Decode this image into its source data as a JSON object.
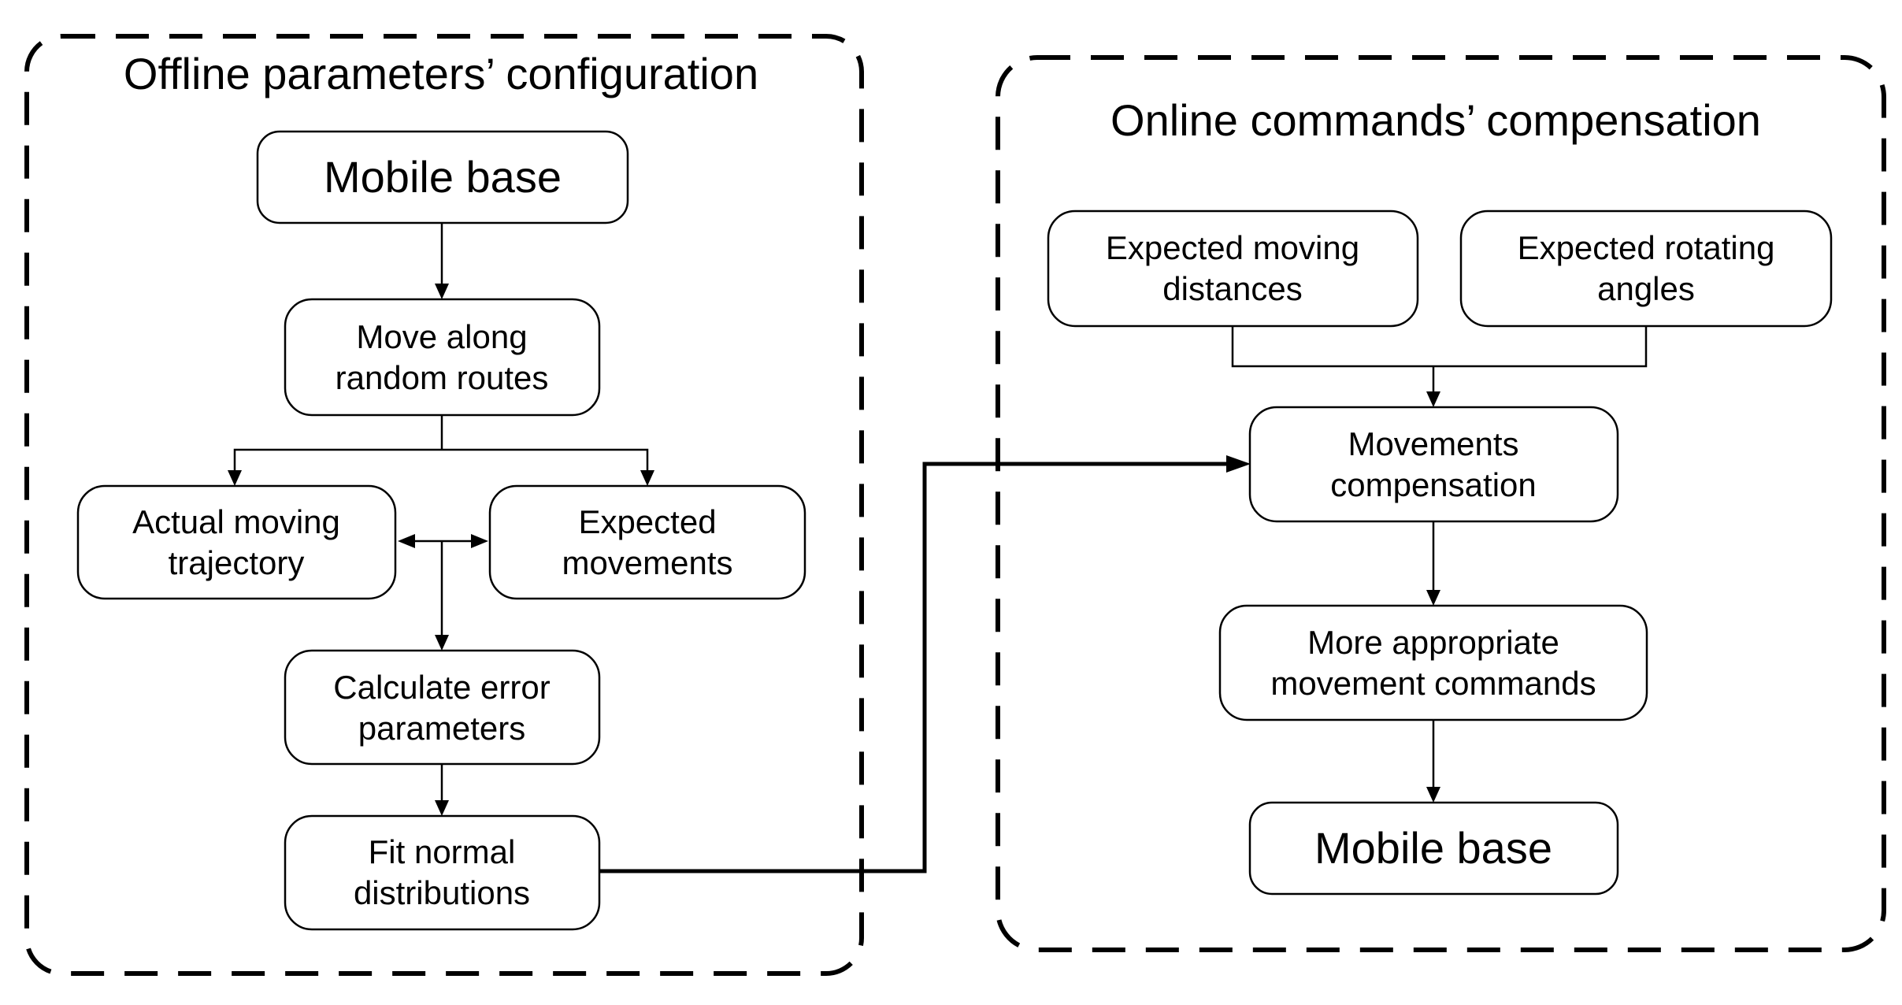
{
  "groups": {
    "offline": {
      "title": "Offline parameters’ configuration"
    },
    "online": {
      "title": "Online commands’ compensation"
    }
  },
  "nodes": {
    "mobile_base_1": {
      "lines": [
        "Mobile base"
      ]
    },
    "move_routes": {
      "lines": [
        "Move along",
        "random routes"
      ]
    },
    "actual_traj": {
      "lines": [
        "Actual moving",
        "trajectory"
      ]
    },
    "expected_mov": {
      "lines": [
        "Expected",
        "movements"
      ]
    },
    "calc_error": {
      "lines": [
        "Calculate error",
        "parameters"
      ]
    },
    "fit_normal": {
      "lines": [
        "Fit normal",
        "distributions"
      ]
    },
    "exp_distances": {
      "lines": [
        "Expected moving",
        "distances"
      ]
    },
    "exp_angles": {
      "lines": [
        "Expected rotating",
        "angles"
      ]
    },
    "mov_comp": {
      "lines": [
        "Movements",
        "compensation"
      ]
    },
    "more_cmds": {
      "lines": [
        "More appropriate",
        "movement commands"
      ]
    },
    "mobile_base_2": {
      "lines": [
        "Mobile base"
      ]
    }
  },
  "edges": [
    {
      "from": "mobile_base_1",
      "to": "move_routes"
    },
    {
      "from": "move_routes",
      "to": "actual_traj"
    },
    {
      "from": "move_routes",
      "to": "expected_mov"
    },
    {
      "from": "actual_traj",
      "to": "expected_mov",
      "bidirectional": true
    },
    {
      "from": "actual_traj",
      "to": "calc_error"
    },
    {
      "from": "calc_error",
      "to": "fit_normal"
    },
    {
      "from": "fit_normal",
      "to": "mov_comp"
    },
    {
      "from": "exp_distances",
      "to": "mov_comp"
    },
    {
      "from": "exp_angles",
      "to": "mov_comp"
    },
    {
      "from": "mov_comp",
      "to": "more_cmds"
    },
    {
      "from": "more_cmds",
      "to": "mobile_base_2"
    }
  ]
}
